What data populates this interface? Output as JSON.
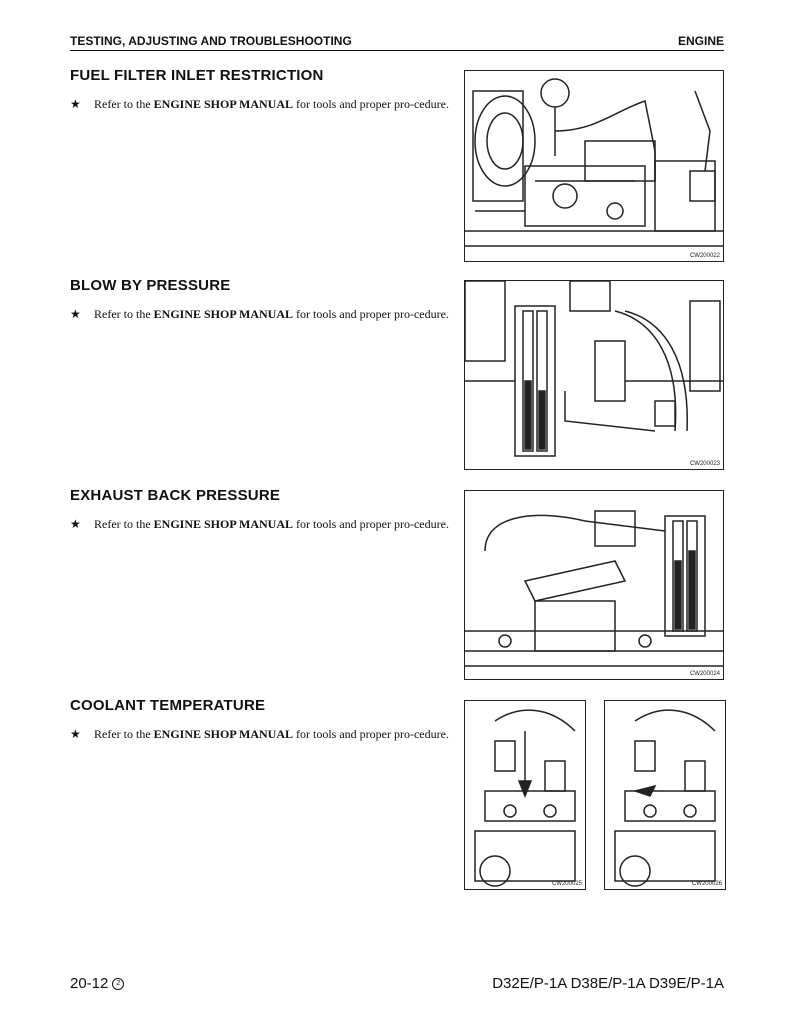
{
  "header": {
    "left": "TESTING, ADJUSTING AND TROUBLESHOOTING",
    "right": "ENGINE"
  },
  "sections": [
    {
      "title": "FUEL FILTER INLET RESTRICTION",
      "pre": "Refer to the ",
      "bold": "ENGINE SHOP MANUAL",
      "post": " for tools and proper pro-cedure.",
      "figure_code": "CW200022"
    },
    {
      "title": "BLOW BY PRESSURE",
      "pre": "Refer to the ",
      "bold": "ENGINE SHOP MANUAL",
      "post": " for tools and proper pro-cedure.",
      "figure_code": "CW200023"
    },
    {
      "title": "EXHAUST BACK PRESSURE",
      "pre": "Refer to the ",
      "bold": "ENGINE SHOP MANUAL",
      "post": " for tools and proper pro-cedure.",
      "figure_code": "CW200024"
    },
    {
      "title": "COOLANT TEMPERATURE",
      "pre": "Refer to the ",
      "bold": "ENGINE SHOP MANUAL",
      "post": " for tools and proper pro-cedure.",
      "figure_codes": [
        "CW200025",
        "CW200026"
      ]
    }
  ],
  "bullet_icon": "star-icon",
  "footer": {
    "page": "20-12",
    "revision": "2",
    "models": "D32E/P-1A D38E/P-1A D39E/P-1A"
  }
}
